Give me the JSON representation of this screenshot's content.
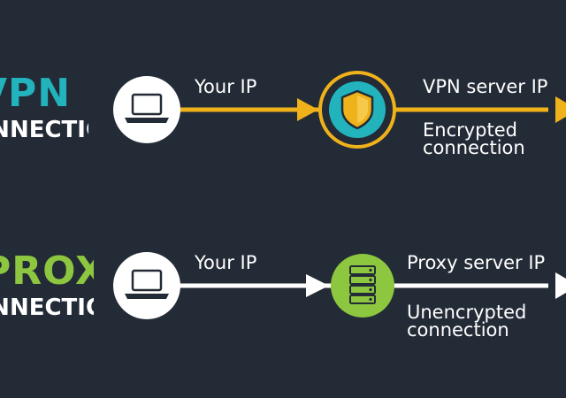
{
  "vpn_row": {
    "title_line1": "VPN",
    "title_line2": "CONNECTION",
    "source_label": "Your IP",
    "server_label": "VPN server IP",
    "note": "Encrypted connection",
    "title_color": "#22b3bd",
    "line_color": "#f0b21a",
    "server_icon": "shield-icon"
  },
  "proxy_row": {
    "title_line1": "PROXY",
    "title_line2": "CONNECTION",
    "source_label": "Your IP",
    "server_label": "Proxy server IP",
    "note": "Unencrypted connection",
    "title_color": "#8dc63f",
    "line_color": "#ffffff",
    "server_icon": "server-rack-icon"
  },
  "background_color": "#232b36",
  "device_icon": "laptop-icon"
}
